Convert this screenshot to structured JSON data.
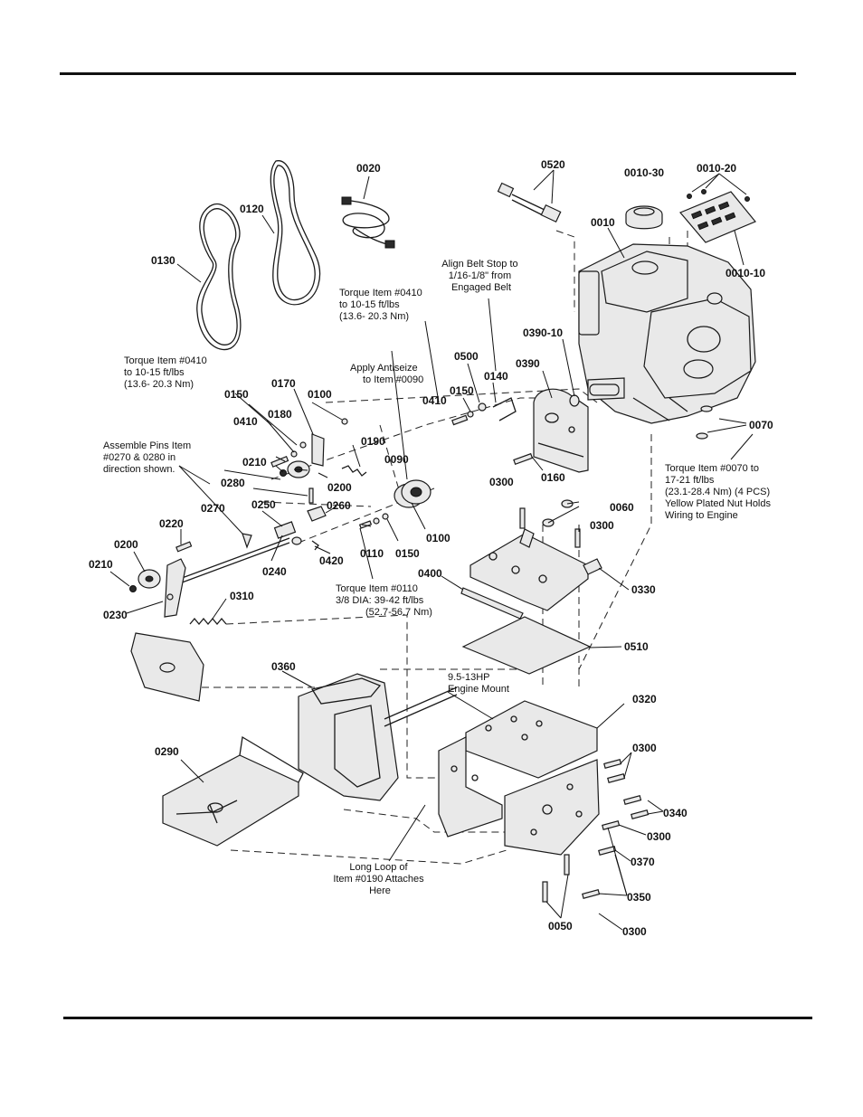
{
  "part_labels": [
    {
      "id": "p0020",
      "text": "0020"
    },
    {
      "id": "p0520",
      "text": "0520"
    },
    {
      "id": "p0010_30",
      "text": "0010-30"
    },
    {
      "id": "p0010_20",
      "text": "0010-20"
    },
    {
      "id": "p0010",
      "text": "0010"
    },
    {
      "id": "p0010_10",
      "text": "0010-10"
    },
    {
      "id": "p0120",
      "text": "0120"
    },
    {
      "id": "p0130",
      "text": "0130"
    },
    {
      "id": "p0390_10",
      "text": "0390-10"
    },
    {
      "id": "p0390",
      "text": "0390"
    },
    {
      "id": "p0500",
      "text": "0500"
    },
    {
      "id": "p0140",
      "text": "0140"
    },
    {
      "id": "p0150a",
      "text": "0150"
    },
    {
      "id": "p0410a",
      "text": "0410"
    },
    {
      "id": "p0070",
      "text": "0070"
    },
    {
      "id": "p0150b",
      "text": "0150"
    },
    {
      "id": "p0170",
      "text": "0170"
    },
    {
      "id": "p0100a",
      "text": "0100"
    },
    {
      "id": "p0180",
      "text": "0180"
    },
    {
      "id": "p0410b",
      "text": "0410"
    },
    {
      "id": "p0190",
      "text": "0190"
    },
    {
      "id": "p0090",
      "text": "0090"
    },
    {
      "id": "p0160",
      "text": "0160"
    },
    {
      "id": "p0210a",
      "text": "0210"
    },
    {
      "id": "p0200a",
      "text": "0200"
    },
    {
      "id": "p0280",
      "text": "0280"
    },
    {
      "id": "p0300a",
      "text": "0300"
    },
    {
      "id": "p0060",
      "text": "0060"
    },
    {
      "id": "p0250",
      "text": "0250"
    },
    {
      "id": "p0260",
      "text": "0260"
    },
    {
      "id": "p0300b",
      "text": "0300"
    },
    {
      "id": "p0270",
      "text": "0270"
    },
    {
      "id": "p0110",
      "text": "0110"
    },
    {
      "id": "p0150c",
      "text": "0150"
    },
    {
      "id": "p0100b",
      "text": "0100"
    },
    {
      "id": "p0220",
      "text": "0220"
    },
    {
      "id": "p0200b",
      "text": "0200"
    },
    {
      "id": "p0240",
      "text": "0240"
    },
    {
      "id": "p0420",
      "text": "0420"
    },
    {
      "id": "p0400",
      "text": "0400"
    },
    {
      "id": "p0330",
      "text": "0330"
    },
    {
      "id": "p0210b",
      "text": "0210"
    },
    {
      "id": "p0230",
      "text": "0230"
    },
    {
      "id": "p0310",
      "text": "0310"
    },
    {
      "id": "p0510",
      "text": "0510"
    },
    {
      "id": "p0360",
      "text": "0360"
    },
    {
      "id": "p0320",
      "text": "0320"
    },
    {
      "id": "p0300c",
      "text": "0300"
    },
    {
      "id": "p0290",
      "text": "0290"
    },
    {
      "id": "p0340",
      "text": "0340"
    },
    {
      "id": "p0300d",
      "text": "0300"
    },
    {
      "id": "p0370",
      "text": "0370"
    },
    {
      "id": "p0350",
      "text": "0350"
    },
    {
      "id": "p0050",
      "text": "0050"
    },
    {
      "id": "p0300e",
      "text": "0300"
    }
  ],
  "notes": {
    "align_belt": [
      "Align Belt Stop to",
      "1/16-1/8\" from",
      "Engaged Belt"
    ],
    "torque_0410_top": [
      "Torque Item #0410",
      "to 10-15 ft/lbs",
      "(13.6- 20.3 Nm)"
    ],
    "torque_0410_left": [
      "Torque Item #0410",
      "to 10-15 ft/lbs",
      "(13.6- 20.3 Nm)"
    ],
    "antiseize": [
      "Apply Antiseize",
      "to Item #0090"
    ],
    "assemble_pins": [
      "Assemble Pins Item",
      "#0270 & 0280 in",
      "direction shown."
    ],
    "torque_0070": [
      "Torque Item #0070 to",
      "17-21 ft/lbs",
      "(23.1-28.4 Nm) (4 PCS)",
      "Yellow Plated Nut Holds",
      "Wiring to Engine"
    ],
    "torque_0110": [
      "Torque Item #0110",
      "3/8 DIA: 39-42 ft/lbs",
      "(52.7-56.7 Nm)"
    ],
    "engine_mount": [
      "9.5-13HP",
      "Engine Mount"
    ],
    "long_loop": [
      "Long Loop of",
      "Item #0190 Attaches",
      "Here"
    ]
  }
}
